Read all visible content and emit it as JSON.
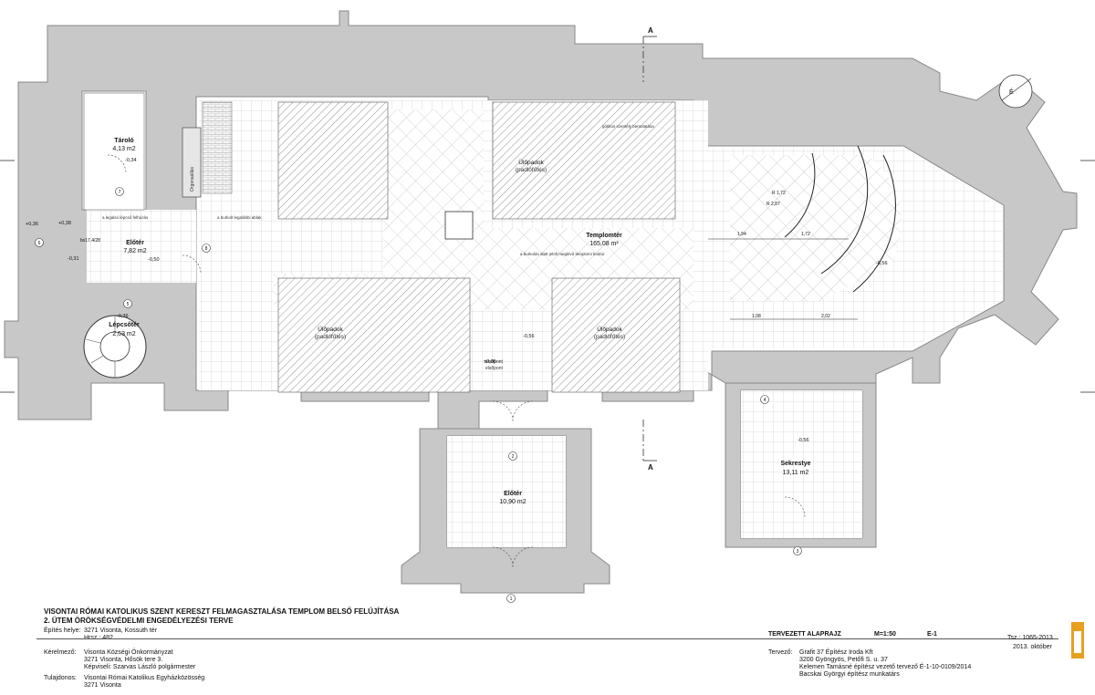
{
  "plan": {
    "section_marks": {
      "top": "A",
      "bottom": "A"
    },
    "north": "É",
    "rooms": [
      {
        "name": "Tároló",
        "area": "4,13 m2"
      },
      {
        "name": "Előtér",
        "area": "7,82 m2"
      },
      {
        "name": "Lépcsőtér",
        "area": "2,63 m2"
      },
      {
        "name": "Templomtér",
        "area": "165,08 m²"
      },
      {
        "name": "Előtér",
        "area": "10,90 m2"
      },
      {
        "name": "Sekrestye",
        "area": "13,11 m2"
      }
    ],
    "pews": [
      {
        "name": "Ülőpadok",
        "note": "(padlófűtés)"
      },
      {
        "name": "Ülőpadok",
        "note": "(padlófűtés)"
      },
      {
        "name": "Ülőpadok",
        "note": "(padlófűtés)"
      }
    ],
    "levels": [
      "-0,34",
      "+0,36",
      "+0,38",
      "-0,31",
      "-0,50",
      "-0,56",
      "-0,36",
      "-0,56",
      "±0,00",
      "-0,56"
    ],
    "notes": [
      "a legalsó lépcső felhúzás",
      "a burkolt legalábbi ablak",
      "a burkolás alatt jelölt meglévő templomi kontúr",
      "gótikus szentély bemutatása"
    ],
    "door_marks": [
      "1",
      "2",
      "3",
      "4",
      "5",
      "6",
      "7",
      "8"
    ],
    "misc_labels": [
      "Orgonaállás",
      "elsőpont",
      "elsőpont",
      "R 1,72",
      "R 2,87",
      "1,94",
      "1,72",
      "1,08",
      "2,02",
      "bx17.4/28"
    ]
  },
  "title_block": {
    "project_line1": "VISONTAI RÓMAI KATOLIKUS SZENT KERESZT FELMAGASZTALÁSA TEMPLOM BELSŐ FELÚJÍTÁSA",
    "project_line2": "2. ÜTEM ÖRÖKSÉGVÉDELMI ENGEDÉLYEZÉSI TERVE",
    "site_label": "Építés helye:",
    "site_value": "3271 Visonta, Kossuth tér",
    "hrsz": "Hrsz.: 482",
    "requester_label": "Kérelmező:",
    "requester_lines": [
      "Visonta Községi Önkormányzat",
      "3271 Visonta, Hősök tere 3.",
      "Képviseli: Szarvas László polgármester"
    ],
    "owner_label": "Tulajdonos:",
    "owner_lines": [
      "Visontai Római Katolikus Egyházközösség",
      "3271 Visonta"
    ],
    "drawing_title": "TERVEZETT ALAPRAJZ",
    "scale": "M=1:50",
    "sheet": "E-1",
    "job_no": "Tsz.: 1065-2013",
    "date": "2013. október",
    "designer_label": "Tervező:",
    "designer_lines": [
      "Grafit 37 Építész Iroda Kft",
      "3200 Gyöngyös, Petőfi S. u. 37",
      "Kelemen Tamásné   építész vezető tervező   É-1-10-0109/2014",
      "Bacskai Györgyi építész munkatárs"
    ]
  }
}
